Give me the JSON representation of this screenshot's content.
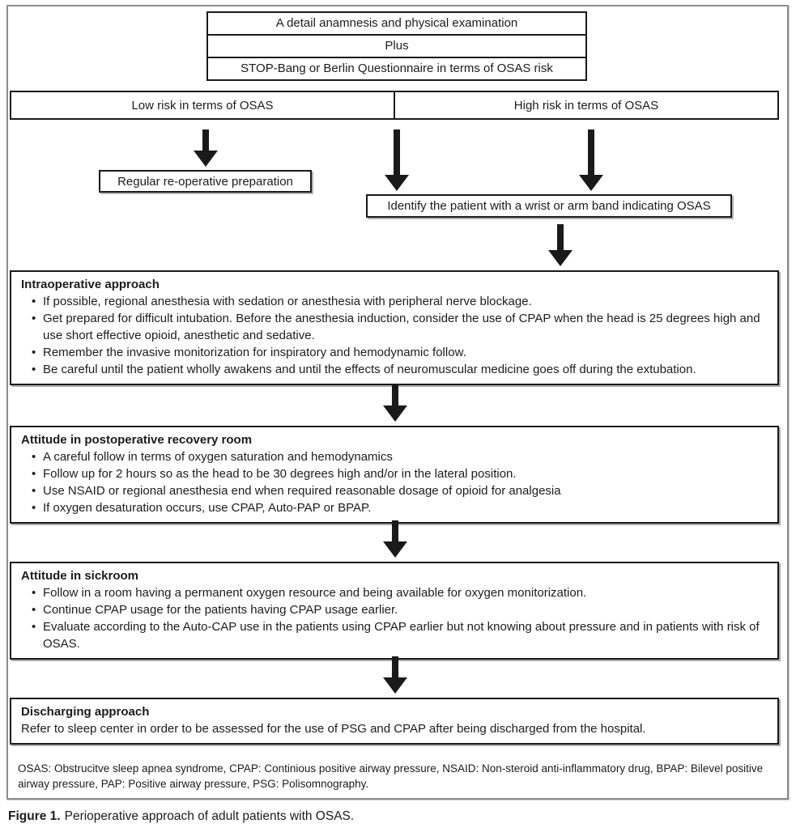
{
  "figure": {
    "top_box": {
      "rows": [
        "A detail anamnesis and physical examination",
        "Plus",
        "STOP-Bang or Berlin Questionnaire in terms of OSAS risk"
      ]
    },
    "risk_row": {
      "low": "Low risk in terms of OSAS",
      "high": "High risk in terms of OSAS"
    },
    "regular_prep": "Regular re-operative preparation",
    "identify": "Identify the patient with a wrist or arm band indicating OSAS",
    "sections": [
      {
        "title": "Intraoperative approach",
        "bullets": [
          "If possible, regional anesthesia with sedation or anesthesia with peripheral nerve blockage.",
          "Get prepared for difficult intubation. Before the anesthesia induction, consider the use of CPAP when the head is 25 degrees high and use short effective opioid, anesthetic and sedative.",
          "Remember the invasive monitorization for inspiratory and hemodynamic follow.",
          "Be careful until the patient wholly awakens and until the effects of neuromuscular medicine goes off during the extubation."
        ]
      },
      {
        "title": "Attitude in postoperative recovery room",
        "bullets": [
          "A careful follow in terms of oxygen saturation and hemodynamics",
          "Follow up for 2 hours so as the head to be 30 degrees high and/or in the lateral position.",
          "Use NSAID or regional anesthesia end when required reasonable dosage of opioid for analgesia",
          "If oxygen desaturation occurs, use CPAP, Auto-PAP or BPAP."
        ]
      },
      {
        "title": "Attitude in sickroom",
        "bullets": [
          "Follow in a room having a permanent oxygen resource and being available for oxygen monitorization.",
          "Continue CPAP usage for the patients having CPAP usage earlier.",
          "Evaluate according to the Auto-CAP use in the patients using CPAP earlier but not knowing about pressure and in patients with risk of OSAS."
        ]
      },
      {
        "title": "Discharging approach",
        "body": "Refer to sleep center in order to be assessed for the use of PSG and CPAP after being discharged from the hospital."
      }
    ],
    "abbreviations": "OSAS: Obstrucitve sleep apnea syndrome, CPAP: Continious positive airway pressure, NSAID: Non-steroid anti-inflammatory drug, BPAP: Bilevel positive airway pressure, PAP: Positive airway pressure, PSG: Polisomnography.",
    "caption": {
      "label": "Figure 1.",
      "text": "Perioperative approach of adult patients with OSAS."
    }
  },
  "colors": {
    "box_border": "#1a1a1a",
    "frame_border": "#8c8c8c",
    "text": "#1c1c1c",
    "arrow": "#1a1a1a",
    "background": "#ffffff"
  }
}
